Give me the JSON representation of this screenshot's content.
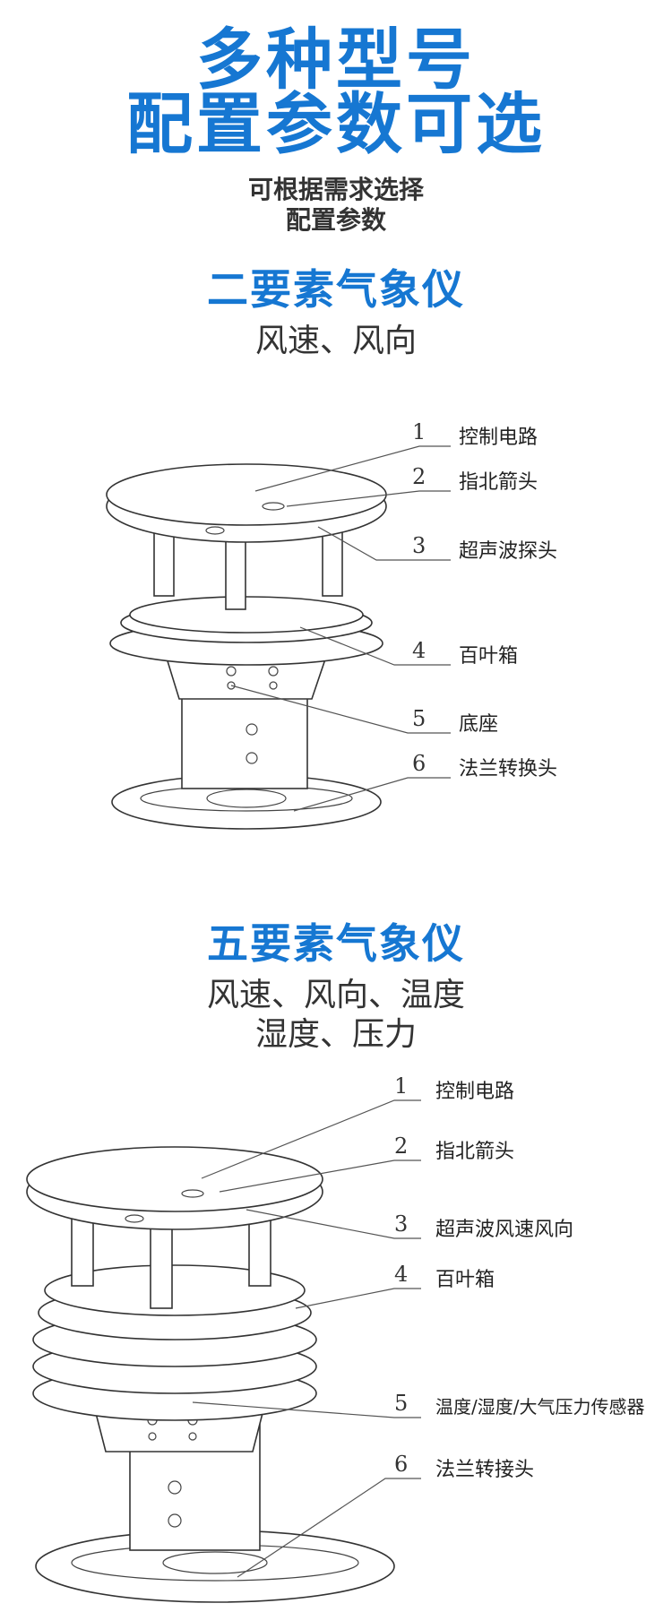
{
  "hero": {
    "line1": "多种型号",
    "line2": "配置参数可选"
  },
  "intro": {
    "line1": "可根据需求选择",
    "line2": "配置参数"
  },
  "section1": {
    "title": "二要素气象仪",
    "subtitle": "风速、风向",
    "labels": [
      {
        "num": "1",
        "text": "控制电路"
      },
      {
        "num": "2",
        "text": "指北箭头"
      },
      {
        "num": "3",
        "text": "超声波探头"
      },
      {
        "num": "4",
        "text": "百叶箱"
      },
      {
        "num": "5",
        "text": "底座"
      },
      {
        "num": "6",
        "text": "法兰转换头"
      }
    ]
  },
  "section2": {
    "title": "五要素气象仪",
    "subtitle1": "风速、风向、温度",
    "subtitle2": "湿度、压力",
    "labels": [
      {
        "num": "1",
        "text": "控制电路"
      },
      {
        "num": "2",
        "text": "指北箭头"
      },
      {
        "num": "3",
        "text": "超声波风速风向"
      },
      {
        "num": "4",
        "text": "百叶箱"
      },
      {
        "num": "5",
        "text": "温度/湿度/大气压力传感器"
      },
      {
        "num": "6",
        "text": "法兰转接头"
      }
    ]
  },
  "colors": {
    "accent": "#1677d2",
    "text": "#222222",
    "line": "#555555"
  }
}
